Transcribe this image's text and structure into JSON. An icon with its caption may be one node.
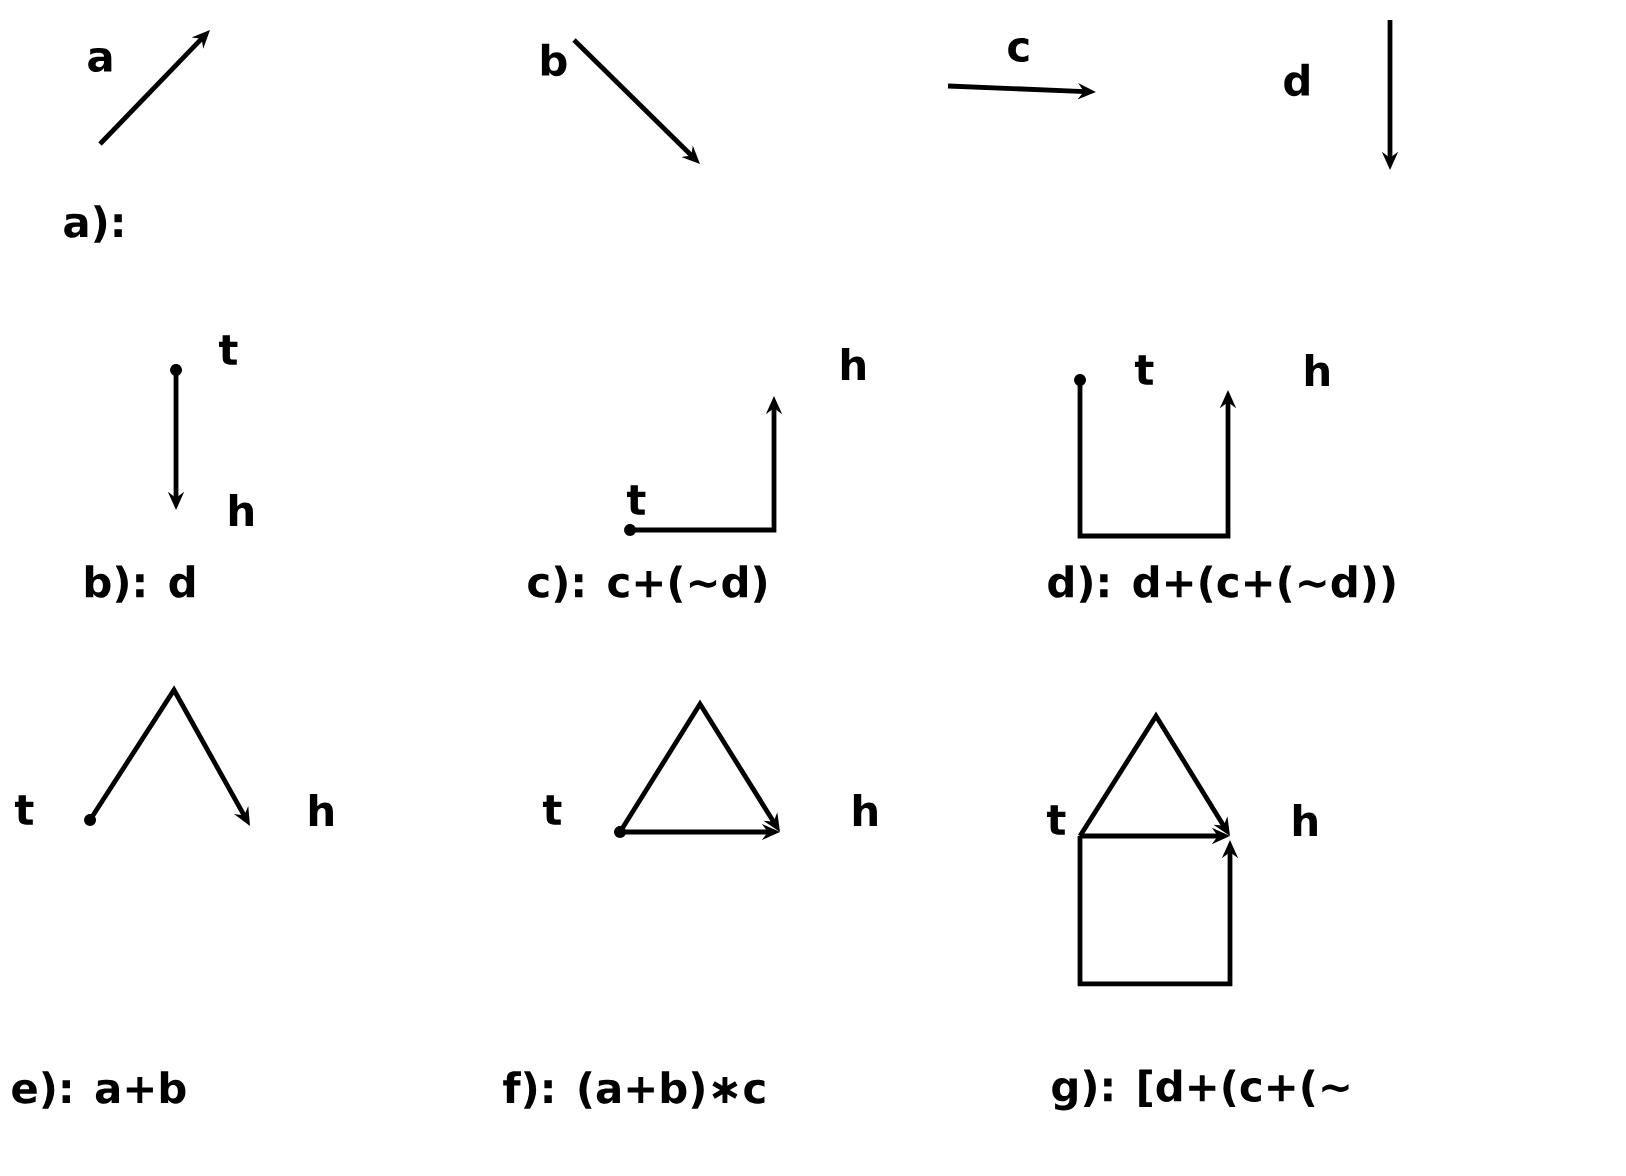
{
  "diagram": {
    "labels": [
      "a",
      "b",
      "c",
      "d",
      "a):",
      "t",
      "h",
      "b): d",
      "t",
      "h",
      "c): c+(∼d)",
      "t",
      "h",
      "d): d+(c+(∼d))",
      "t",
      "h",
      "e): a+b",
      "t",
      "h",
      "f): (a+b)∗c",
      "t",
      "h",
      "g): [d+(c+(∼"
    ]
  }
}
